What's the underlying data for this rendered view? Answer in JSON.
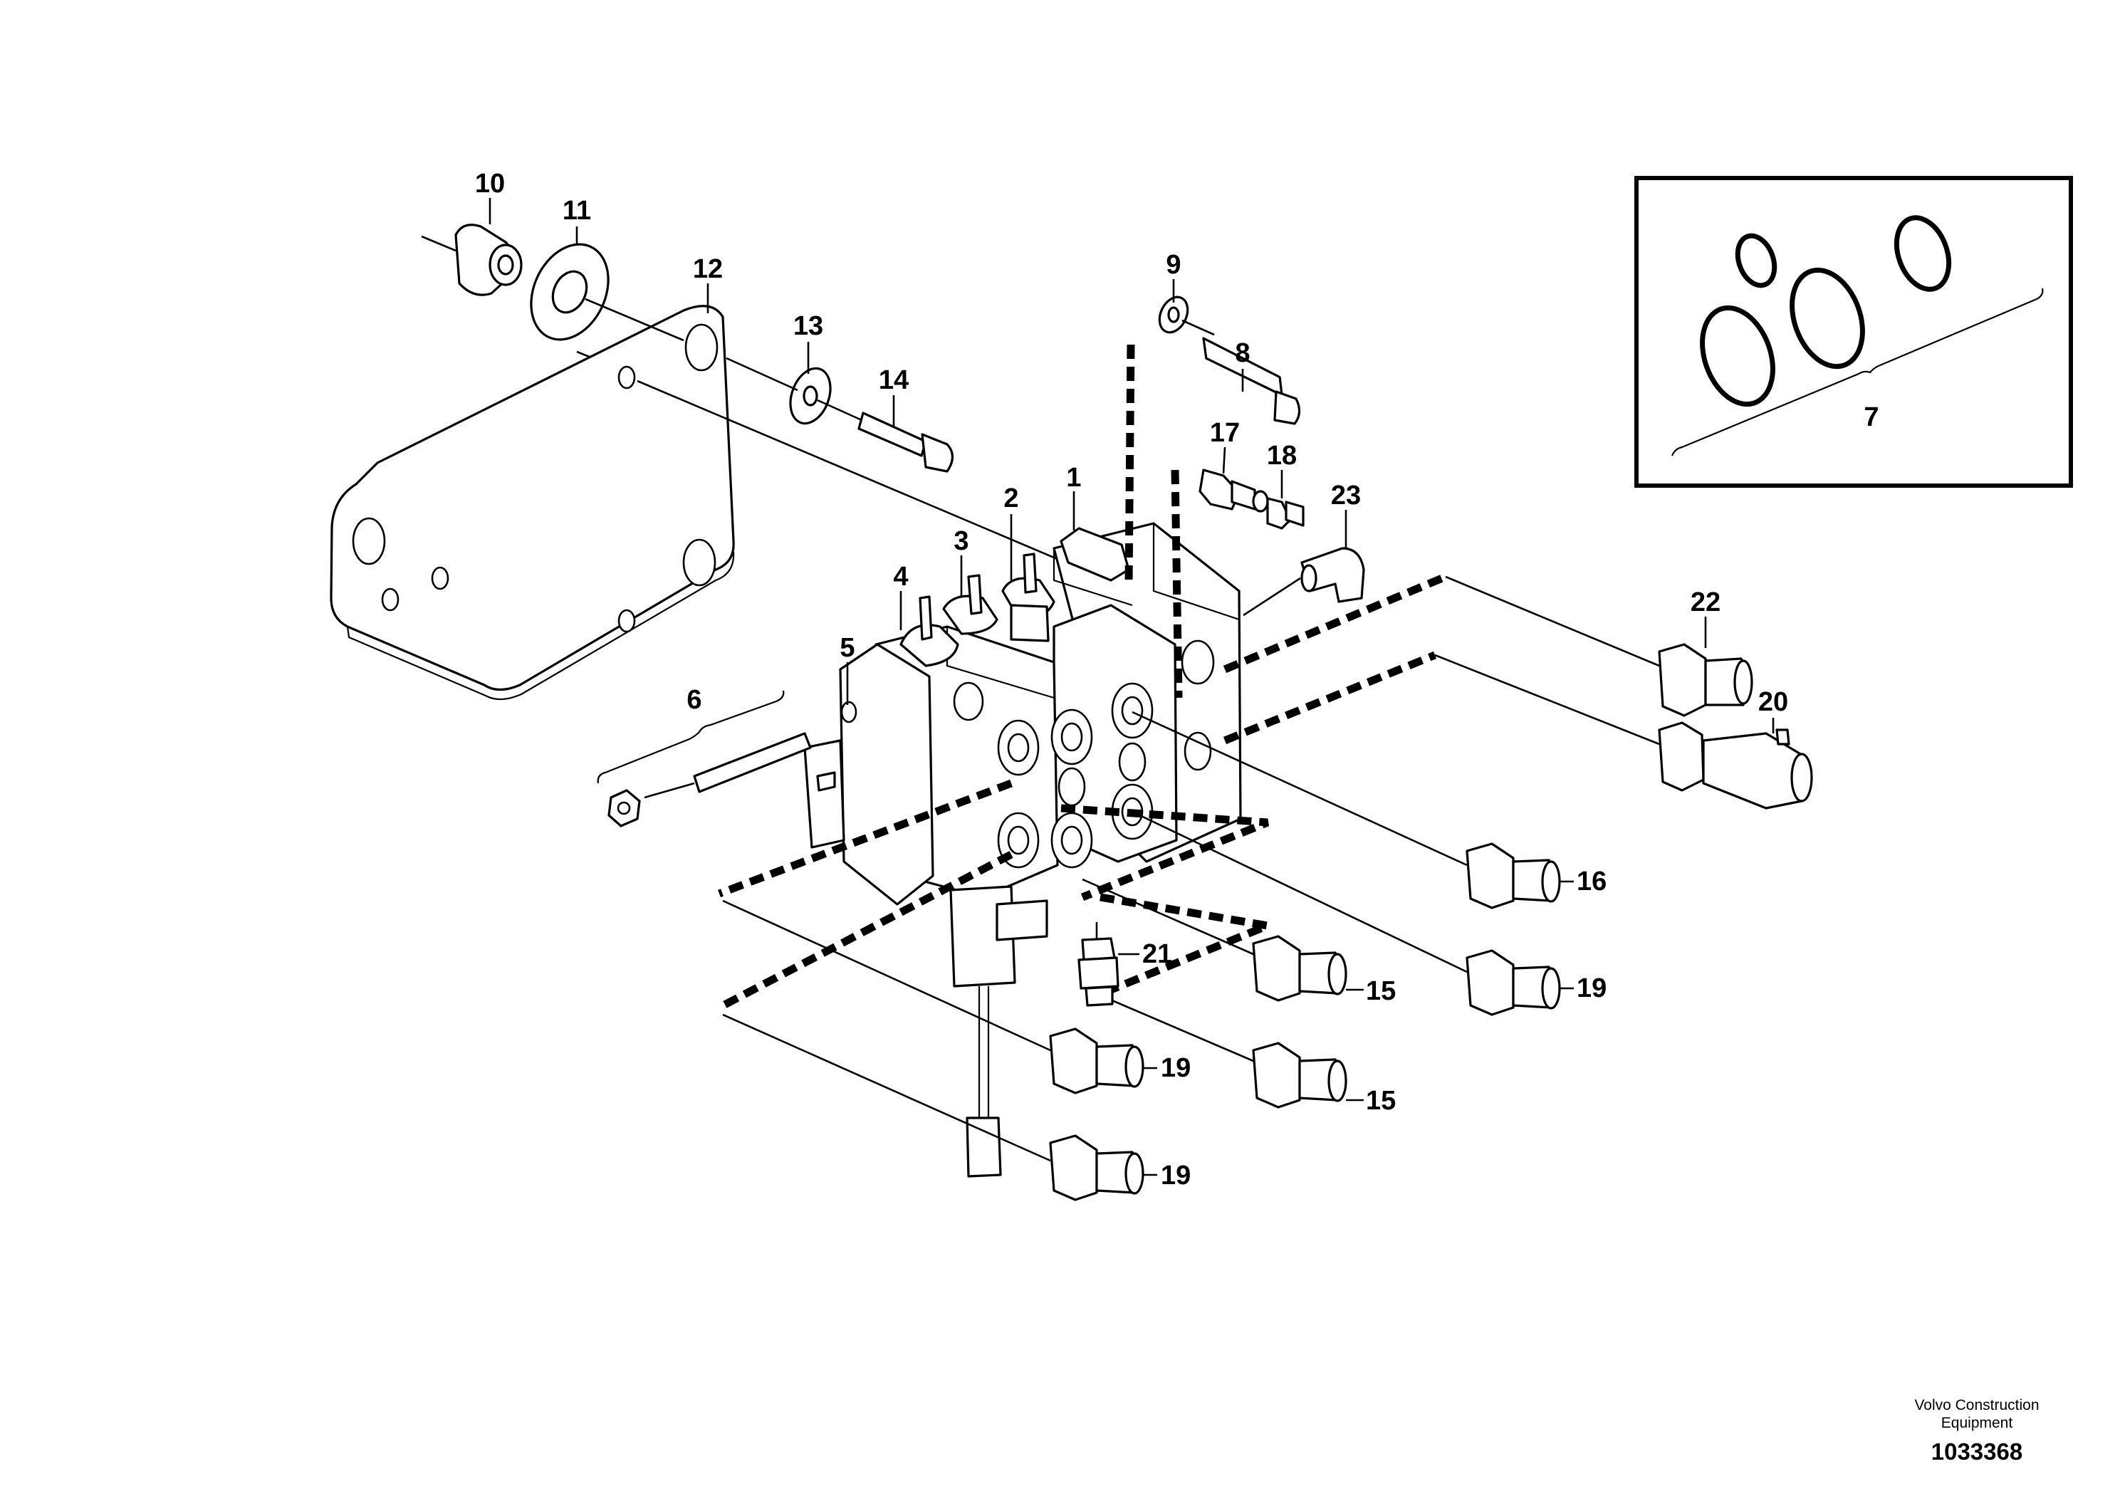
{
  "callouts": {
    "c1": "1",
    "c2": "2",
    "c3": "3",
    "c4": "4",
    "c5": "5",
    "c6": "6",
    "c7": "7",
    "c8": "8",
    "c9": "9",
    "c10": "10",
    "c11": "11",
    "c12": "12",
    "c13": "13",
    "c14": "14",
    "c15a": "15",
    "c15b": "15",
    "c16": "16",
    "c17": "17",
    "c18": "18",
    "c19a": "19",
    "c19b": "19",
    "c19c": "19",
    "c20": "20",
    "c21": "21",
    "c22": "22",
    "c23": "23"
  },
  "footer": {
    "company_line1": "Volvo Construction",
    "company_line2": "Equipment",
    "drawing_number": "1033368"
  }
}
